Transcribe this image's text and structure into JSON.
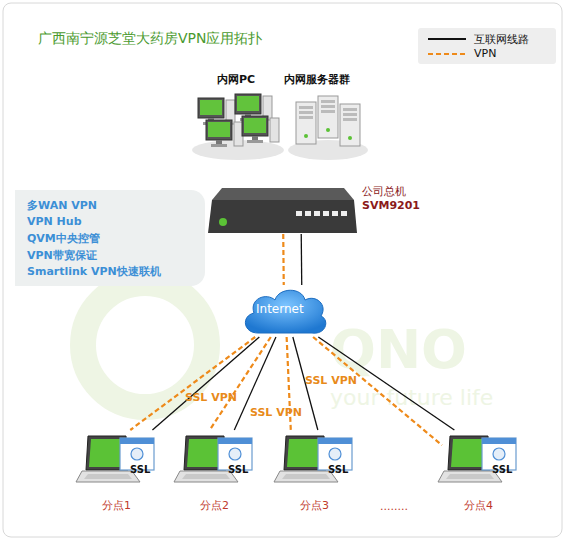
{
  "diagram": {
    "title": "广西南宁源芝堂大药房VPN应用拓扑",
    "nodes": [
      {
        "text": [
          "内网PC"
        ]
      },
      {
        "text": [
          "内网服务器群"
        ]
      },
      {
        "text": [
          "公司总机",
          "SVM9201"
        ]
      },
      {
        "text": [
          "多WAN VPN",
          "VPN Hub",
          "QVM中央控管",
          "VPN带宽保证",
          "Smartlink VPN快速联机"
        ]
      },
      {
        "text": [
          "Internet"
        ]
      },
      {
        "text": [
          "SSL",
          "分点1"
        ]
      },
      {
        "text": [
          "SSL",
          "分点2"
        ]
      },
      {
        "text": [
          "SSL",
          "分点3"
        ]
      },
      {
        "text": [
          "SSL",
          "分点4"
        ]
      }
    ],
    "edges": [
      {
        "from": 2,
        "to": 4,
        "arrow": "none"
      },
      {
        "from": 2,
        "to": 4,
        "arrow": "none"
      },
      {
        "from": 4,
        "to": 5,
        "arrow": "none"
      },
      {
        "from": 4,
        "to": 6,
        "arrow": "none"
      },
      {
        "from": 4,
        "to": 7,
        "arrow": "none"
      },
      {
        "from": 4,
        "to": 8,
        "arrow": "none"
      },
      {
        "from": 4,
        "to": 5,
        "label": "SSL VPN",
        "arrow": "none"
      },
      {
        "from": 4,
        "to": 6,
        "label": "SSL VPN",
        "arrow": "none"
      },
      {
        "from": 4,
        "to": 7,
        "label": "SSL VPN",
        "arrow": "none"
      },
      {
        "from": 4,
        "to": 8,
        "arrow": "none"
      }
    ],
    "labels": [
      "QNO",
      "your future life",
      "........"
    ],
    "legend": [
      {
        "text": "互联网线路"
      },
      {
        "text": "VPN"
      }
    ]
  }
}
